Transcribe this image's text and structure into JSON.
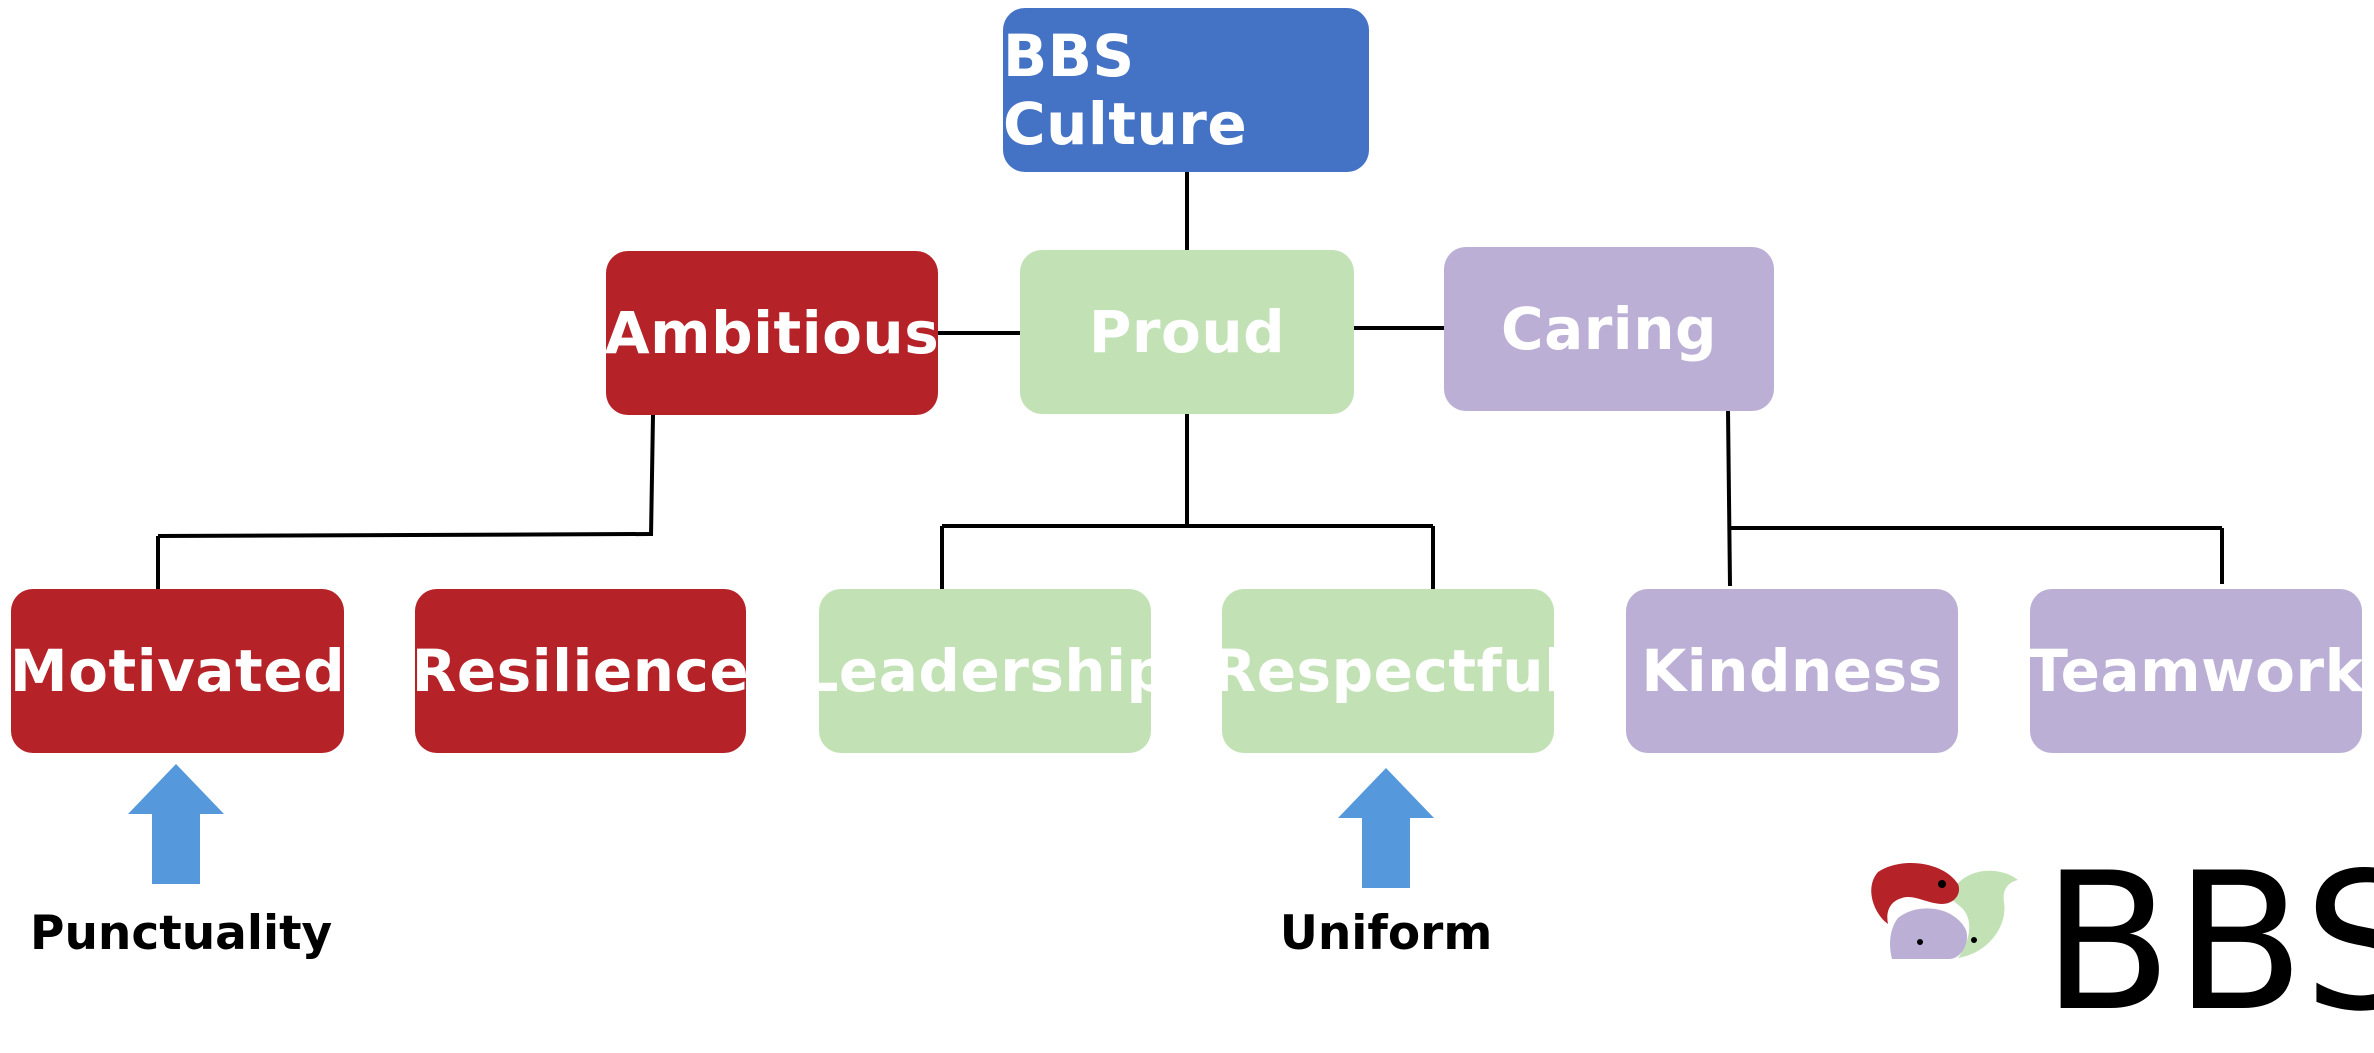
{
  "title": "BBS Culture",
  "values": [
    {
      "label": "Ambitious"
    },
    {
      "label": "Proud"
    },
    {
      "label": "Caring"
    }
  ],
  "traits": [
    {
      "label": "Motivated"
    },
    {
      "label": "Resilience"
    },
    {
      "label": "Leadership"
    },
    {
      "label": "Respectful"
    },
    {
      "label": "Kindness"
    },
    {
      "label": "Teamwork"
    }
  ],
  "notes": {
    "punctuality": "Punctuality",
    "uniform": "Uniform"
  },
  "logo": {
    "text": "BBS"
  },
  "colors": {
    "title": "#4472c4",
    "ambitious": "#b52228",
    "proud": "#c2e2b6",
    "caring": "#bcafd6",
    "arrow": "#5598db"
  }
}
